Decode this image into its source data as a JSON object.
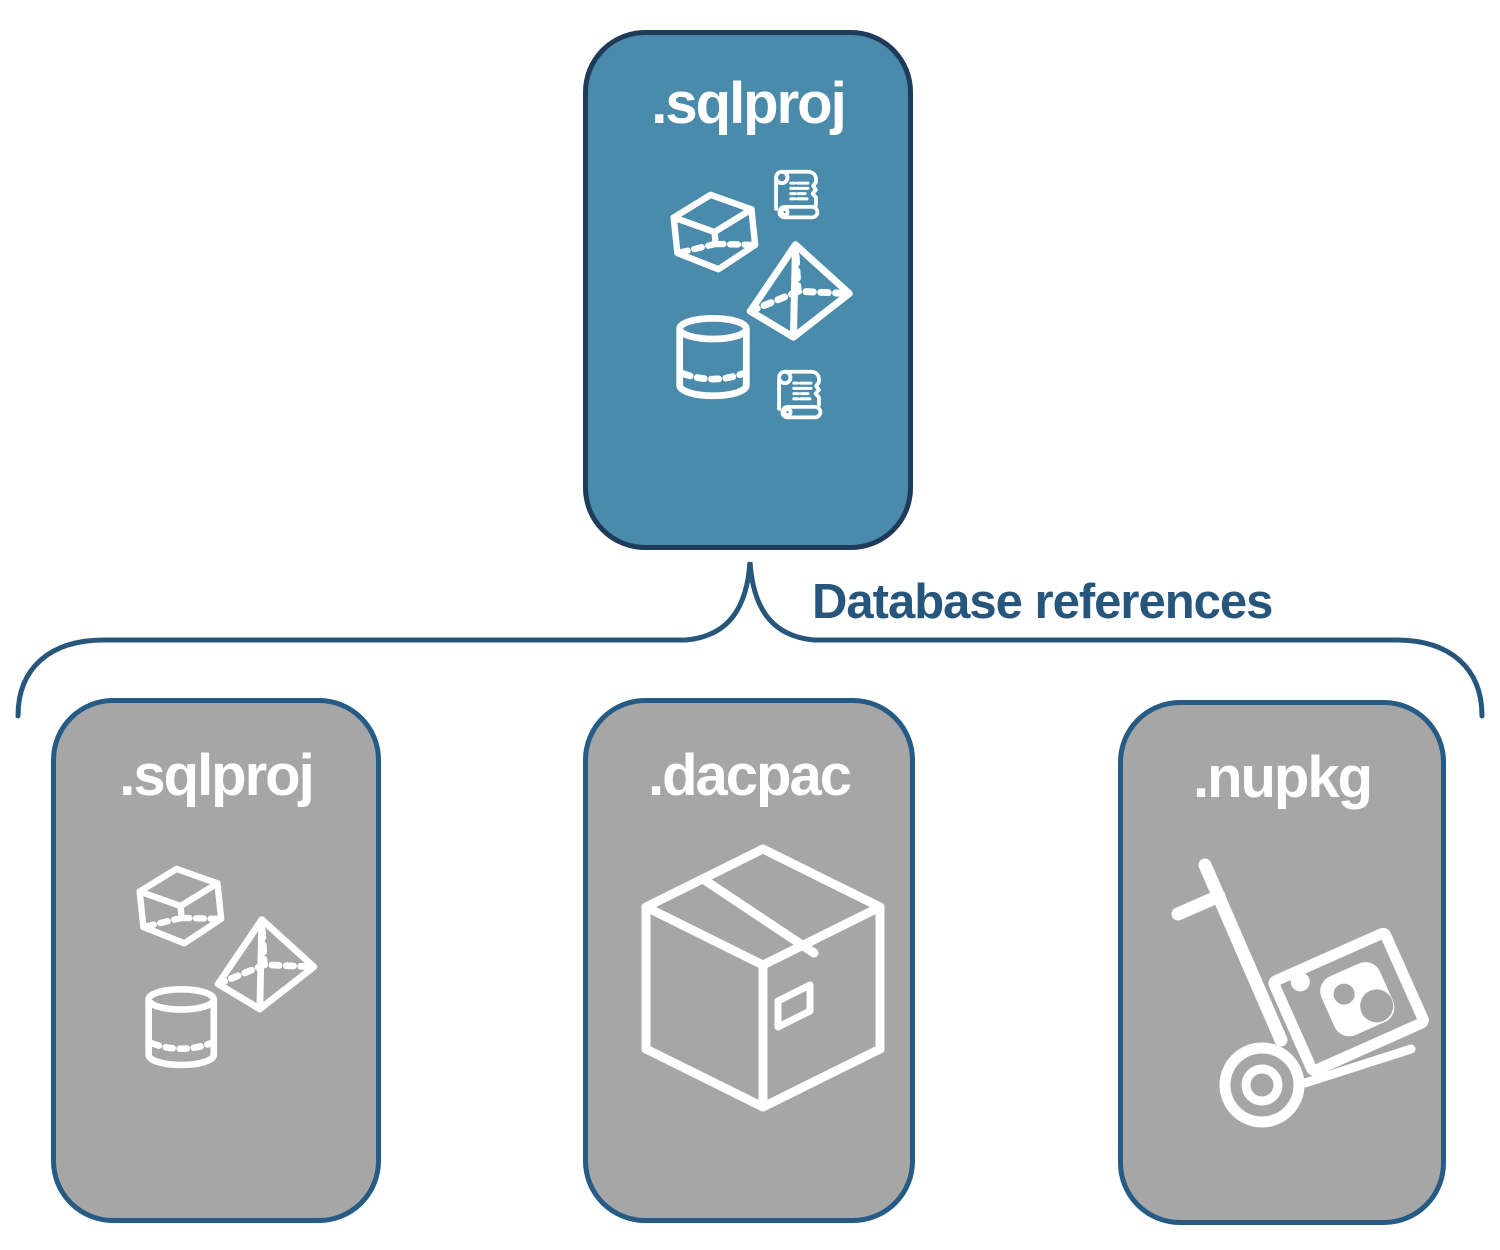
{
  "diagram": {
    "top_card": {
      "label": ".sqlproj",
      "icons": [
        "cube-icon",
        "scroll-icon",
        "pyramid-icon",
        "cylinder-icon",
        "scroll-icon"
      ]
    },
    "connector": {
      "label": "Database references"
    },
    "bottom_cards": [
      {
        "label": ".sqlproj",
        "icons": [
          "cube-icon",
          "pyramid-icon",
          "cylinder-icon"
        ]
      },
      {
        "label": ".dacpac",
        "icons": [
          "package-box-icon"
        ]
      },
      {
        "label": ".nupkg",
        "icons": [
          "nuget-handtruck-icon"
        ]
      }
    ],
    "colors": {
      "teal_fill": "#4A8BAC",
      "teal_border": "#1E3C59",
      "gray_fill": "#A6A6A6",
      "gray_border": "#255B84",
      "line_color": "#27567D",
      "icon_color": "#FFFFFF",
      "title_color": "#FFFFFF",
      "background": "#FFFFFF"
    }
  }
}
